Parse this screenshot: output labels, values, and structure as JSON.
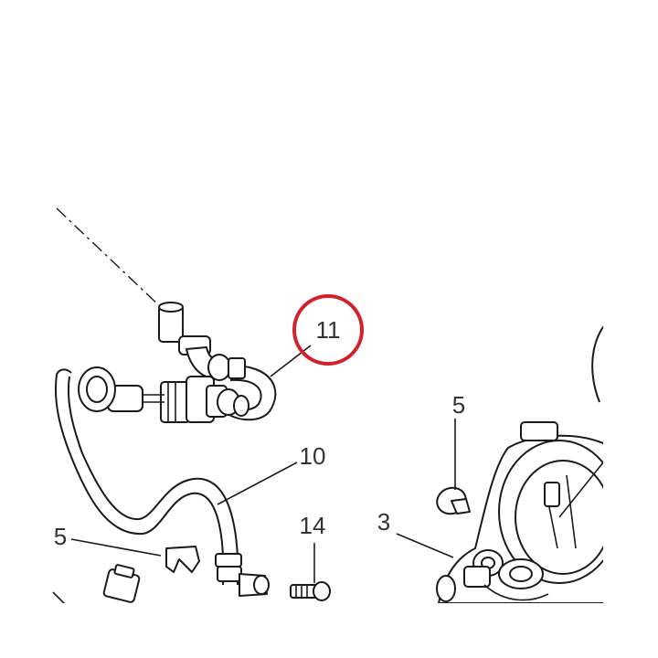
{
  "callouts": {
    "c11": "11",
    "c5a": "5",
    "c10": "10",
    "c14": "14",
    "c3": "3",
    "c5b": "5"
  },
  "colors": {
    "highlight": "#d0212d",
    "ink": "#1a1a1a",
    "label": "#333333"
  }
}
